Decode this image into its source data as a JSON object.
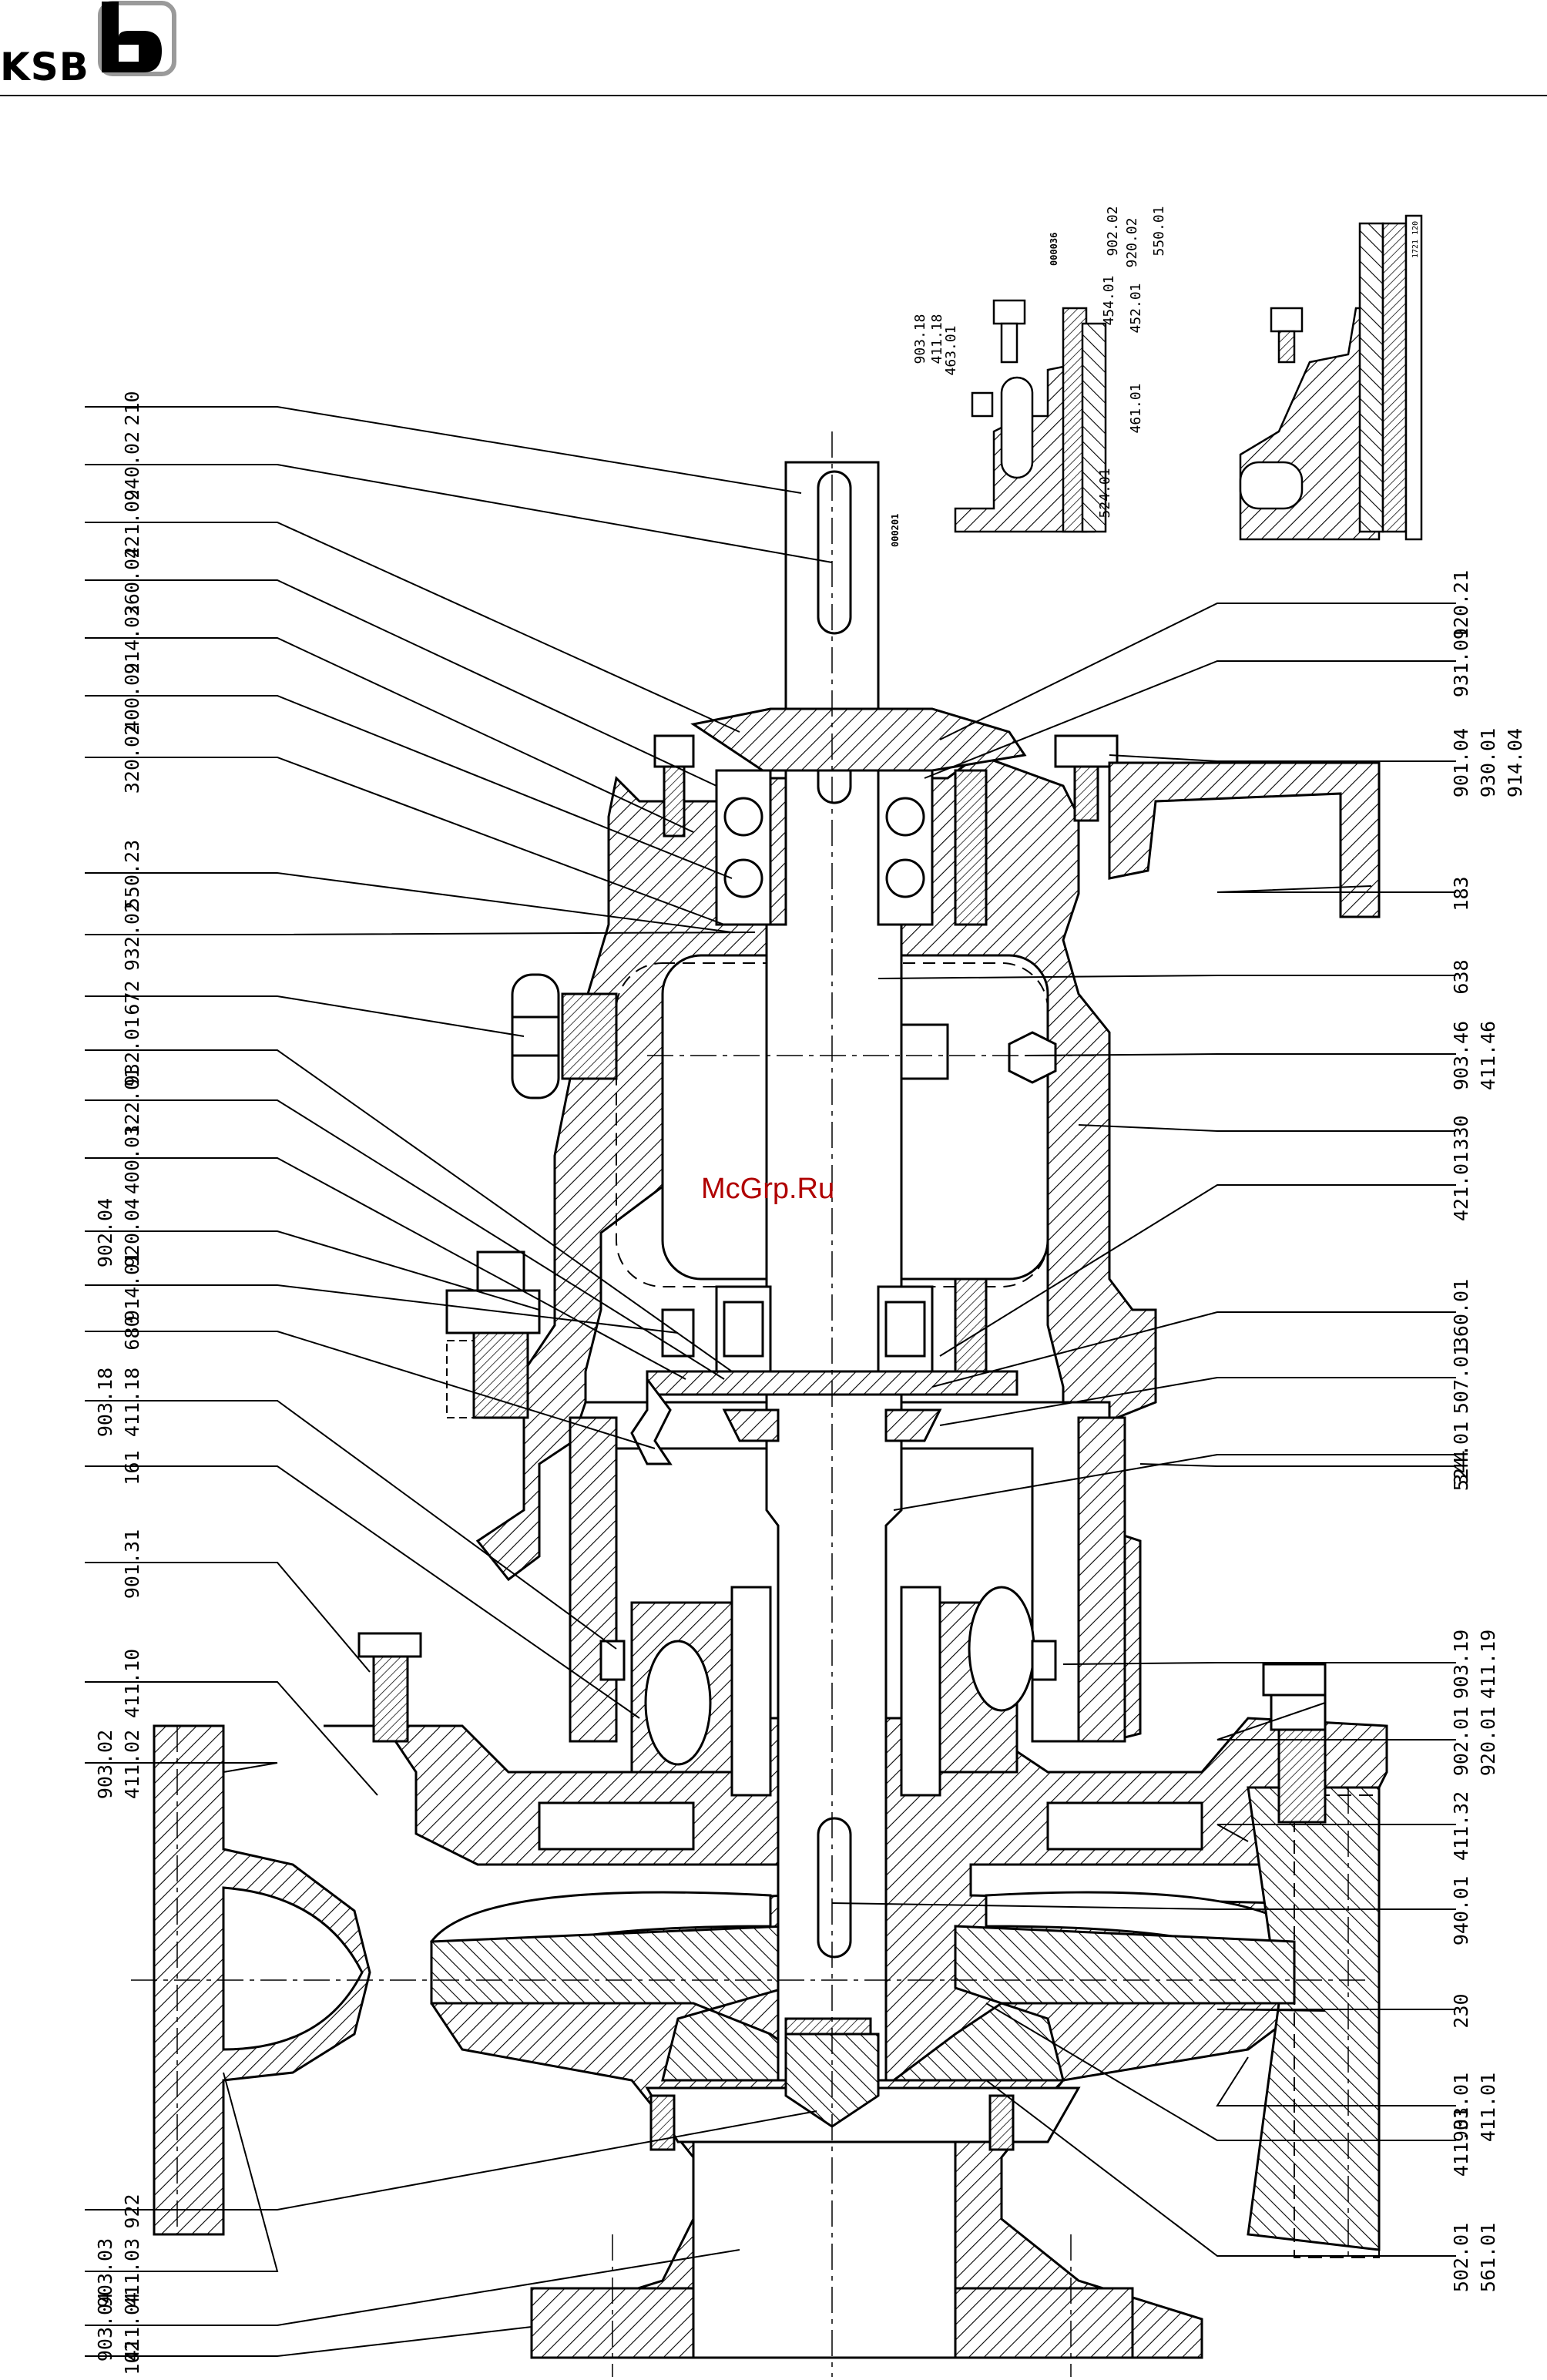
{
  "brand": {
    "name": "KSB",
    "logo_icon": "ksb-logo-icon"
  },
  "watermark": "McGrp.Ru",
  "detail_codes": [
    "000036",
    "000201",
    "1721 120"
  ],
  "left_labels": [
    [
      "210"
    ],
    [
      "940.02"
    ],
    [
      "421.02"
    ],
    [
      "360.02"
    ],
    [
      "914.02"
    ],
    [
      "400.02"
    ],
    [
      "320.02"
    ],
    [
      "550.23"
    ],
    [
      "932.02"
    ],
    [
      "672"
    ],
    [
      "932.01"
    ],
    [
      "322.01"
    ],
    [
      "400.01"
    ],
    [
      "902.04",
      "920.04"
    ],
    [
      "914.01"
    ],
    [
      "680"
    ],
    [
      "903.18",
      "411.18"
    ],
    [
      "161"
    ],
    [
      "901.31"
    ],
    [
      "411.10"
    ],
    [
      "903.02",
      "411.02"
    ],
    [
      "922"
    ],
    [
      "903.03",
      "411.03"
    ],
    [
      "903.04",
      "411.04"
    ],
    [
      "102"
    ]
  ],
  "right_labels": [
    [
      "920.21"
    ],
    [
      "931.01"
    ],
    [
      "901.04",
      "930.01",
      "914.04"
    ],
    [
      "183"
    ],
    [
      "638"
    ],
    [
      "903.46",
      "411.46"
    ],
    [
      "330"
    ],
    [
      "421.01"
    ],
    [
      "360.01"
    ],
    [
      "507.01"
    ],
    [
      "524.01"
    ],
    [
      "344"
    ],
    [
      "903.19",
      "411.19"
    ],
    [
      "902.01",
      "920.01"
    ],
    [
      "411.32"
    ],
    [
      "940.01"
    ],
    [
      "230"
    ],
    [
      "903.01",
      "411.01"
    ],
    [
      "411.31"
    ],
    [
      "502.01",
      "561.01"
    ]
  ],
  "detail_labels": [
    [
      "903.18",
      "411.18"
    ],
    [
      "463.01"
    ],
    [
      "454.01"
    ],
    [
      "452.01"
    ],
    [
      "902.02"
    ],
    [
      "920.02"
    ],
    [
      "550.01"
    ],
    [
      "461.01"
    ],
    [
      "524.01"
    ]
  ]
}
